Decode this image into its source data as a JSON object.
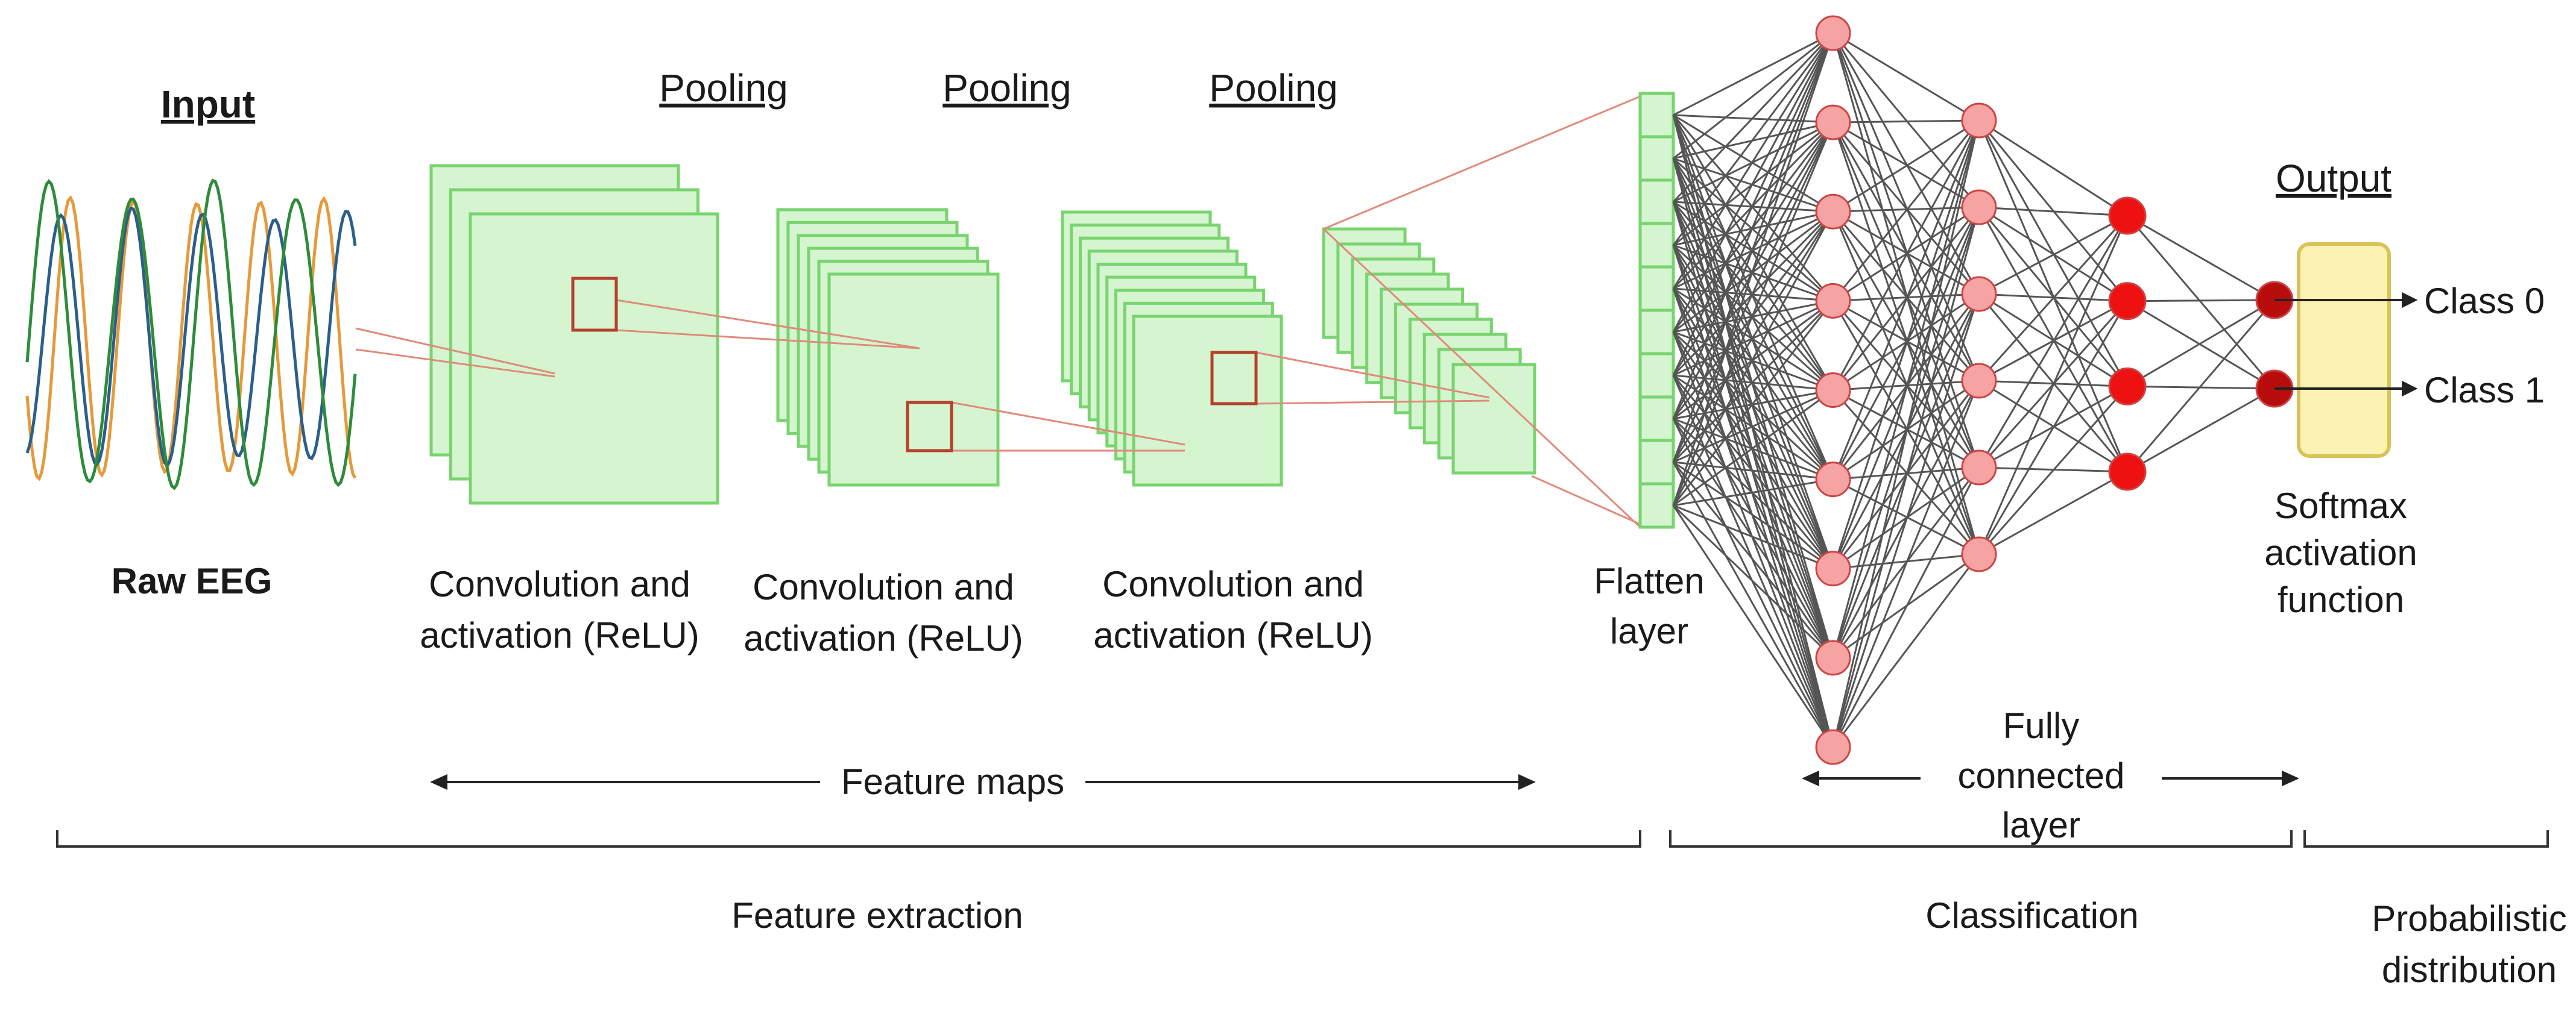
{
  "input": {
    "header": "Input",
    "label": "Raw EEG"
  },
  "pooling_labels": [
    "Pooling",
    "Pooling",
    "Pooling"
  ],
  "conv_label": {
    "line1": "Convolution and",
    "line2": "activation (ReLU)"
  },
  "flatten": {
    "line1": "Flatten",
    "line2": "layer"
  },
  "output": {
    "header": "Output",
    "classes": [
      "Class 0",
      "Class 1"
    ],
    "softmax": [
      "Softmax",
      "activation",
      "function"
    ]
  },
  "spans": {
    "feature_maps": "Feature maps",
    "fully_connected": [
      "Fully",
      "connected",
      "layer"
    ]
  },
  "sections": {
    "feature_extraction": "Feature extraction",
    "classification": "Classification",
    "probabilistic": [
      "Probabilistic",
      "distribution"
    ]
  },
  "network": {
    "layer_sizes": [
      9,
      6,
      4,
      2
    ]
  },
  "colors": {
    "map_fill": "#d4f5cf",
    "map_stroke": "#79d46f",
    "kernel": "#b5402c",
    "node_light": "#f5a3a3",
    "node_red": "#ee1111",
    "node_dark": "#b80d0d",
    "softmax_fill": "#fbf3b4",
    "softmax_stroke": "#d9c257",
    "wave_green": "#2e8b3a",
    "wave_blue": "#2b5f8a",
    "wave_orange": "#e59a3a"
  }
}
